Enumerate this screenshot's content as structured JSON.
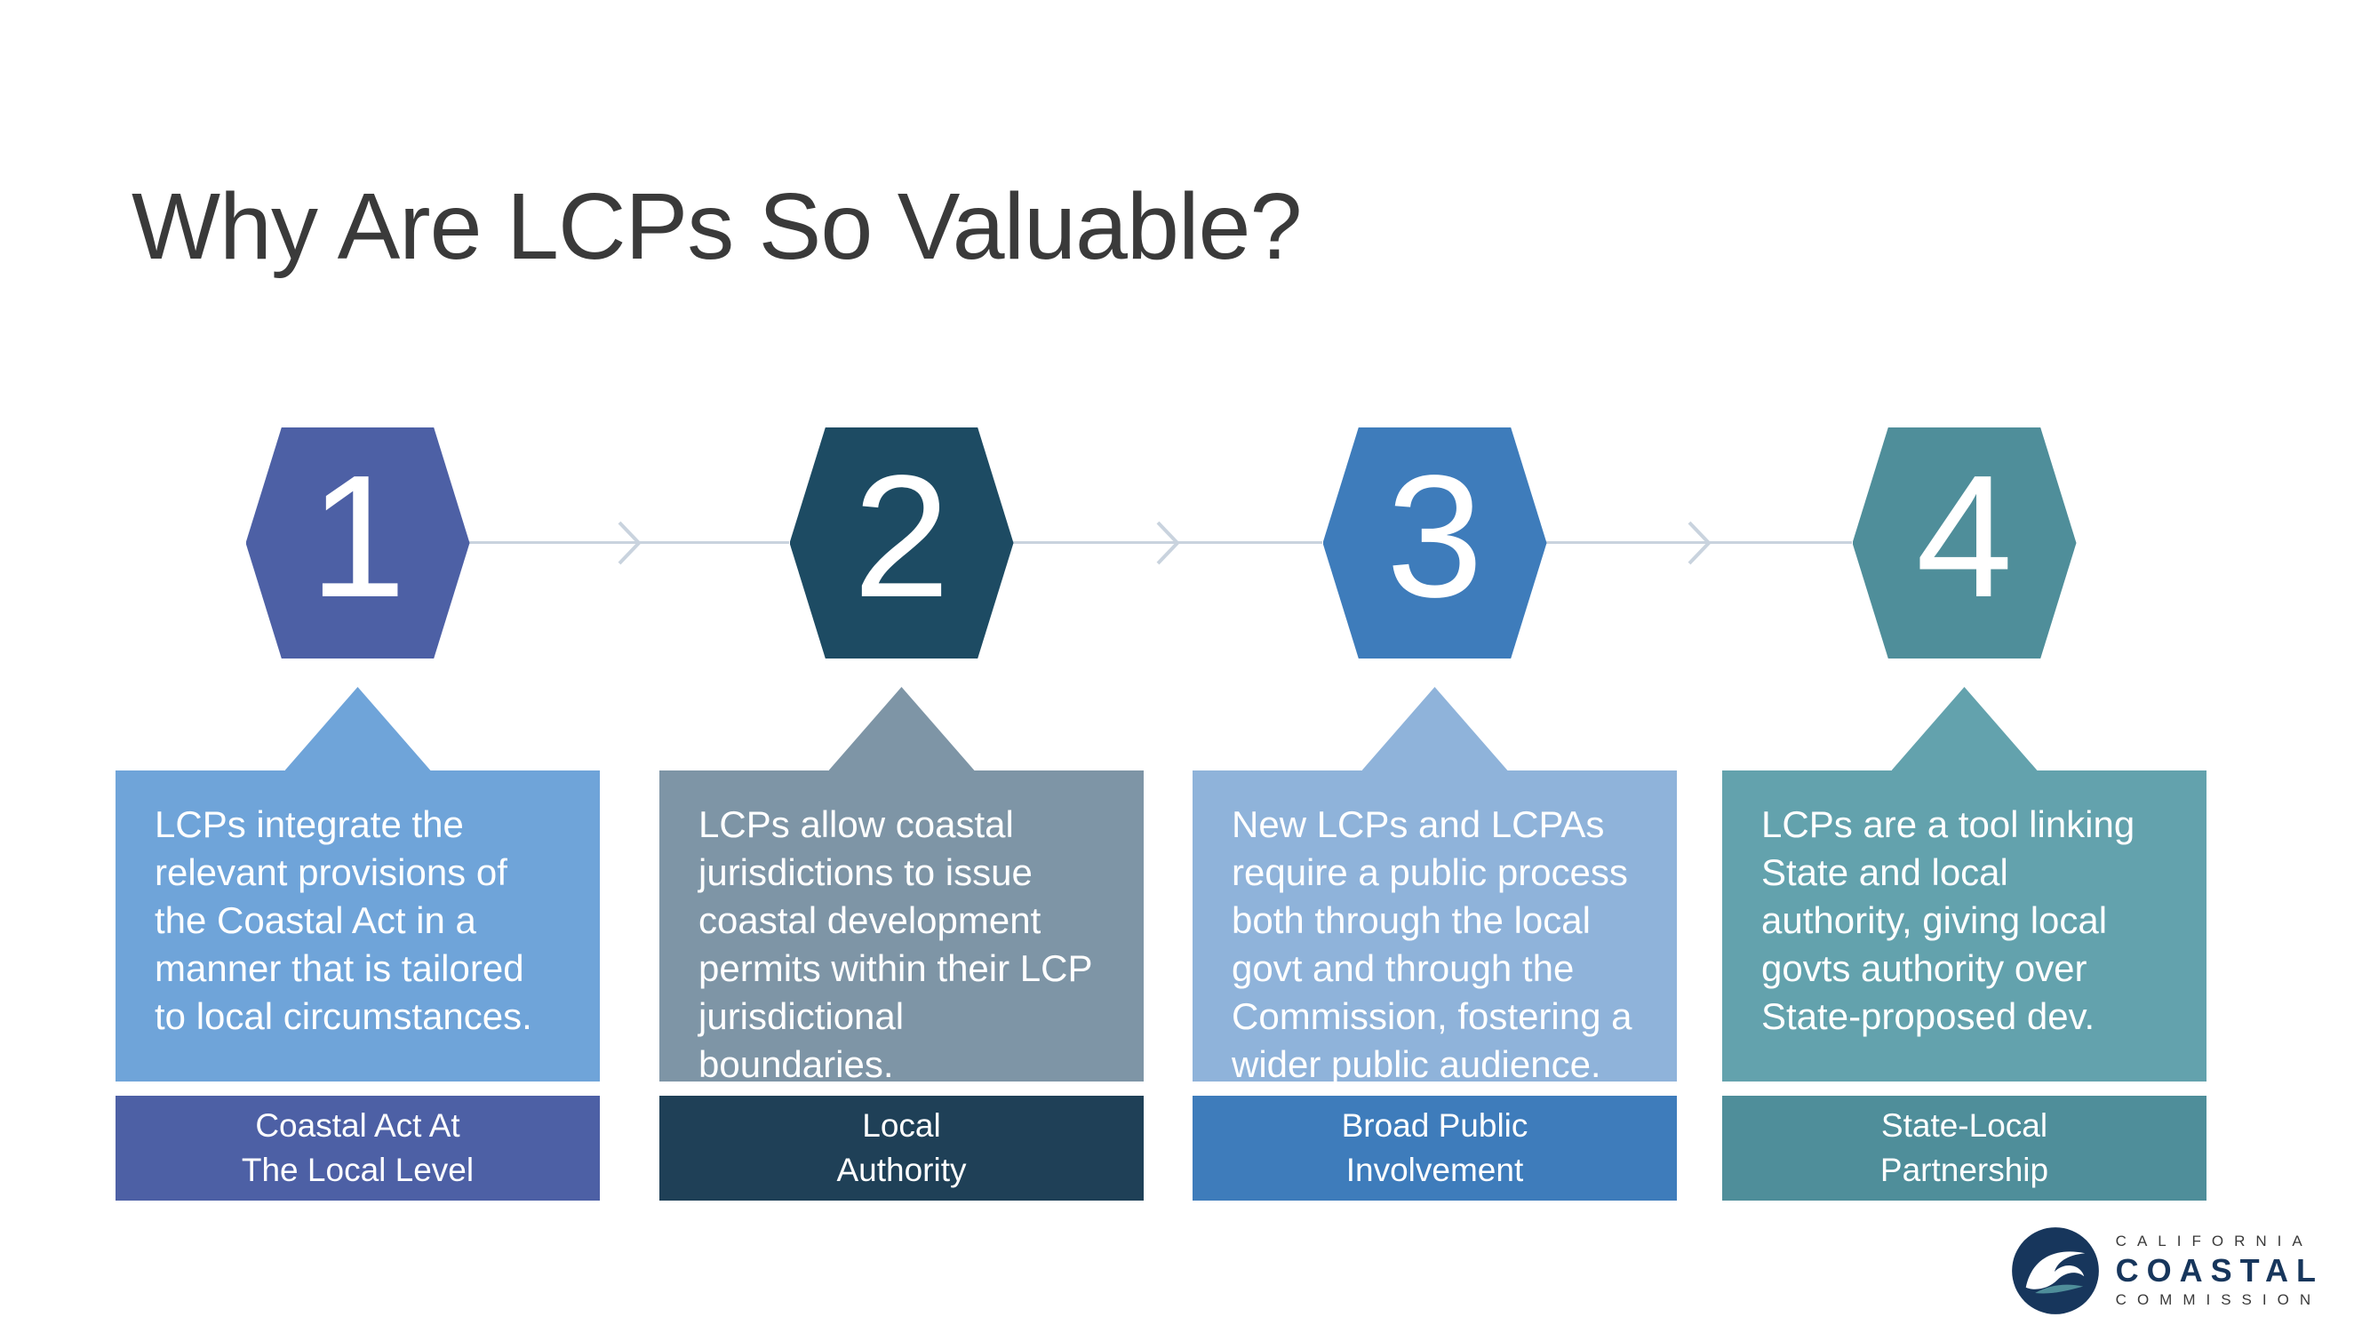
{
  "slide": {
    "title": "Why Are LCPs So Valuable?"
  },
  "steps": [
    {
      "number": "1",
      "hex_color": "#4d60a5",
      "box_color": "#6fa4d9",
      "footer_color": "#4d60a5",
      "description": "LCPs integrate the\nrelevant provisions of\nthe Coastal Act in a\nmanner that is tailored\nto local circumstances.",
      "footer": "Coastal Act At\nThe Local Level"
    },
    {
      "number": "2",
      "hex_color": "#1d4b63",
      "box_color": "#7e95a6",
      "footer_color": "#1f4057",
      "description": "LCPs allow coastal\njurisdictions to issue\ncoastal development\npermits within their LCP\njurisdictional boundaries.",
      "footer": "Local\nAuthority"
    },
    {
      "number": "3",
      "hex_color": "#3e7cbb",
      "box_color": "#8fb3da",
      "footer_color": "#3e7cbb",
      "description": "New LCPs and LCPAs\nrequire a public process\nboth through the local\ngovt and through the\nCommission, fostering a\nwider public audience.",
      "footer": "Broad Public\nInvolvement"
    },
    {
      "number": "4",
      "hex_color": "#4f8e9a",
      "box_color": "#63a2ad",
      "footer_color": "#4f8e9a",
      "description": "LCPs are a tool linking\nState and local\nauthority, giving local\ngovts authority over\nState-proposed dev.",
      "footer": "State-Local\nPartnership"
    }
  ],
  "connector": {
    "color": "#c9d3de"
  },
  "logo": {
    "line1": "CALIFORNIA",
    "line2": "COASTAL",
    "line3": "COMMISSION",
    "circle_color": "#17365c",
    "accent_color": "#4f8e9a"
  }
}
